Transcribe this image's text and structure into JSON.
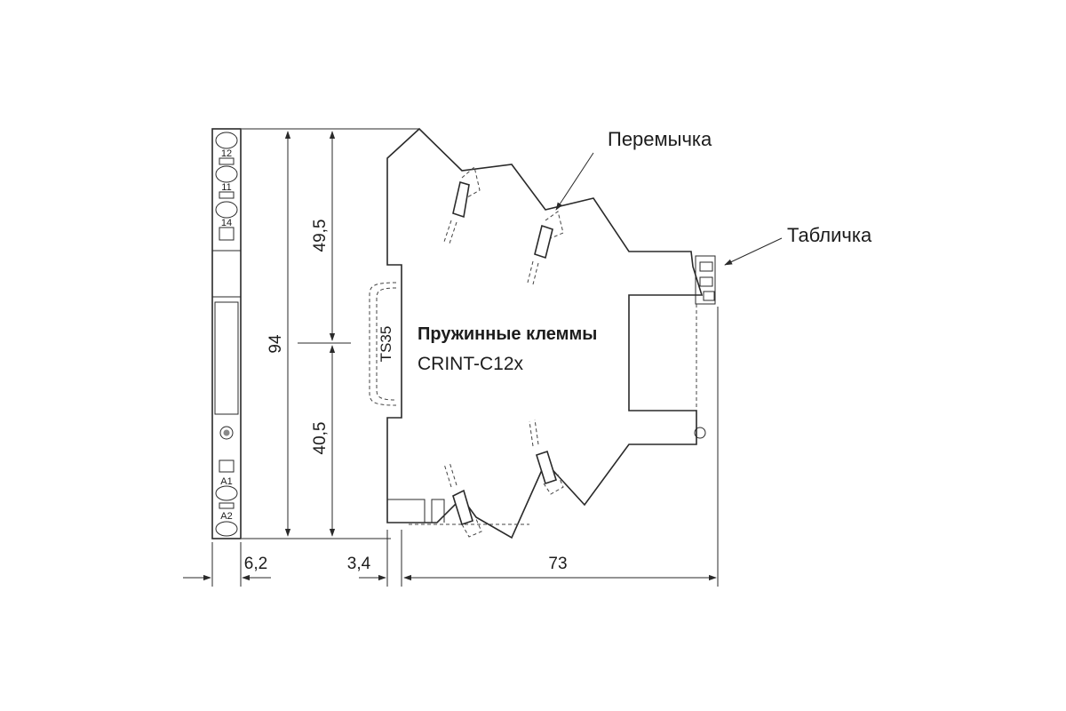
{
  "labels": {
    "jumper": "Перемычка",
    "plate": "Табличка",
    "terminals_title": "Пружинные клеммы",
    "model": "CRINT-C12x",
    "rail": "TS35"
  },
  "terminal_marks": {
    "t12": "12",
    "t11": "11",
    "t14": "14",
    "a1": "A1",
    "a2": "A2"
  },
  "dimensions": {
    "total_height": "94",
    "upper_height": "49,5",
    "lower_height": "40,5",
    "width": "6,2",
    "rail_offset": "3,4",
    "depth": "73"
  }
}
